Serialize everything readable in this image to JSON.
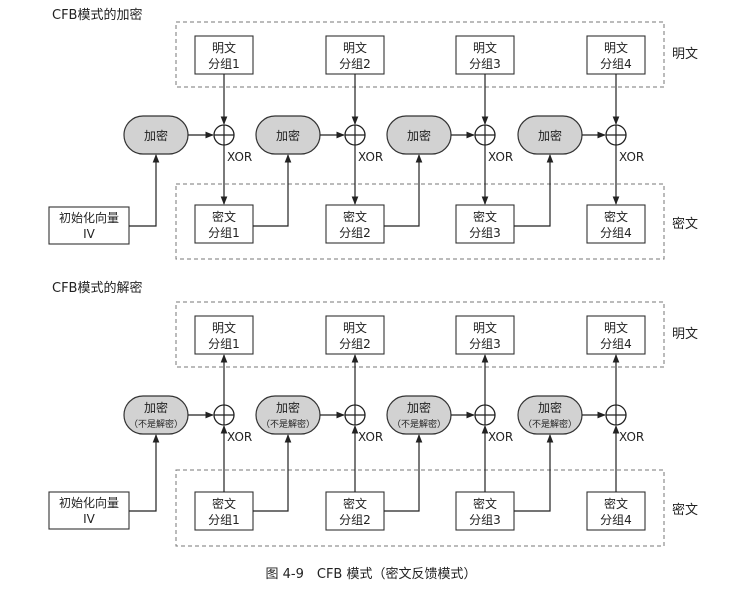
{
  "sections": [
    {
      "title": "CFB模式的加密",
      "plaintext_label": "明文",
      "ciphertext_label": "密文",
      "iv": [
        "初始化向量",
        "IV"
      ],
      "cipher": [
        "加密"
      ],
      "xor": "XOR",
      "plain_blocks": [
        [
          "明文",
          "分组1"
        ],
        [
          "明文",
          "分组2"
        ],
        [
          "明文",
          "分组3"
        ],
        [
          "明文",
          "分组4"
        ]
      ],
      "cipher_blocks": [
        [
          "密文",
          "分组1"
        ],
        [
          "密文",
          "分组2"
        ],
        [
          "密文",
          "分组3"
        ],
        [
          "密文",
          "分组4"
        ]
      ]
    },
    {
      "title": "CFB模式的解密",
      "plaintext_label": "明文",
      "ciphertext_label": "密文",
      "iv": [
        "初始化向量",
        "IV"
      ],
      "cipher": [
        "加密",
        "（不是解密）"
      ],
      "xor": "XOR",
      "plain_blocks": [
        [
          "明文",
          "分组1"
        ],
        [
          "明文",
          "分组2"
        ],
        [
          "明文",
          "分组3"
        ],
        [
          "明文",
          "分组4"
        ]
      ],
      "cipher_blocks": [
        [
          "密文",
          "分组1"
        ],
        [
          "密文",
          "分组2"
        ],
        [
          "密文",
          "分组3"
        ],
        [
          "密文",
          "分组4"
        ]
      ]
    }
  ],
  "caption": "图 4-9　CFB 模式（密文反馈模式）"
}
